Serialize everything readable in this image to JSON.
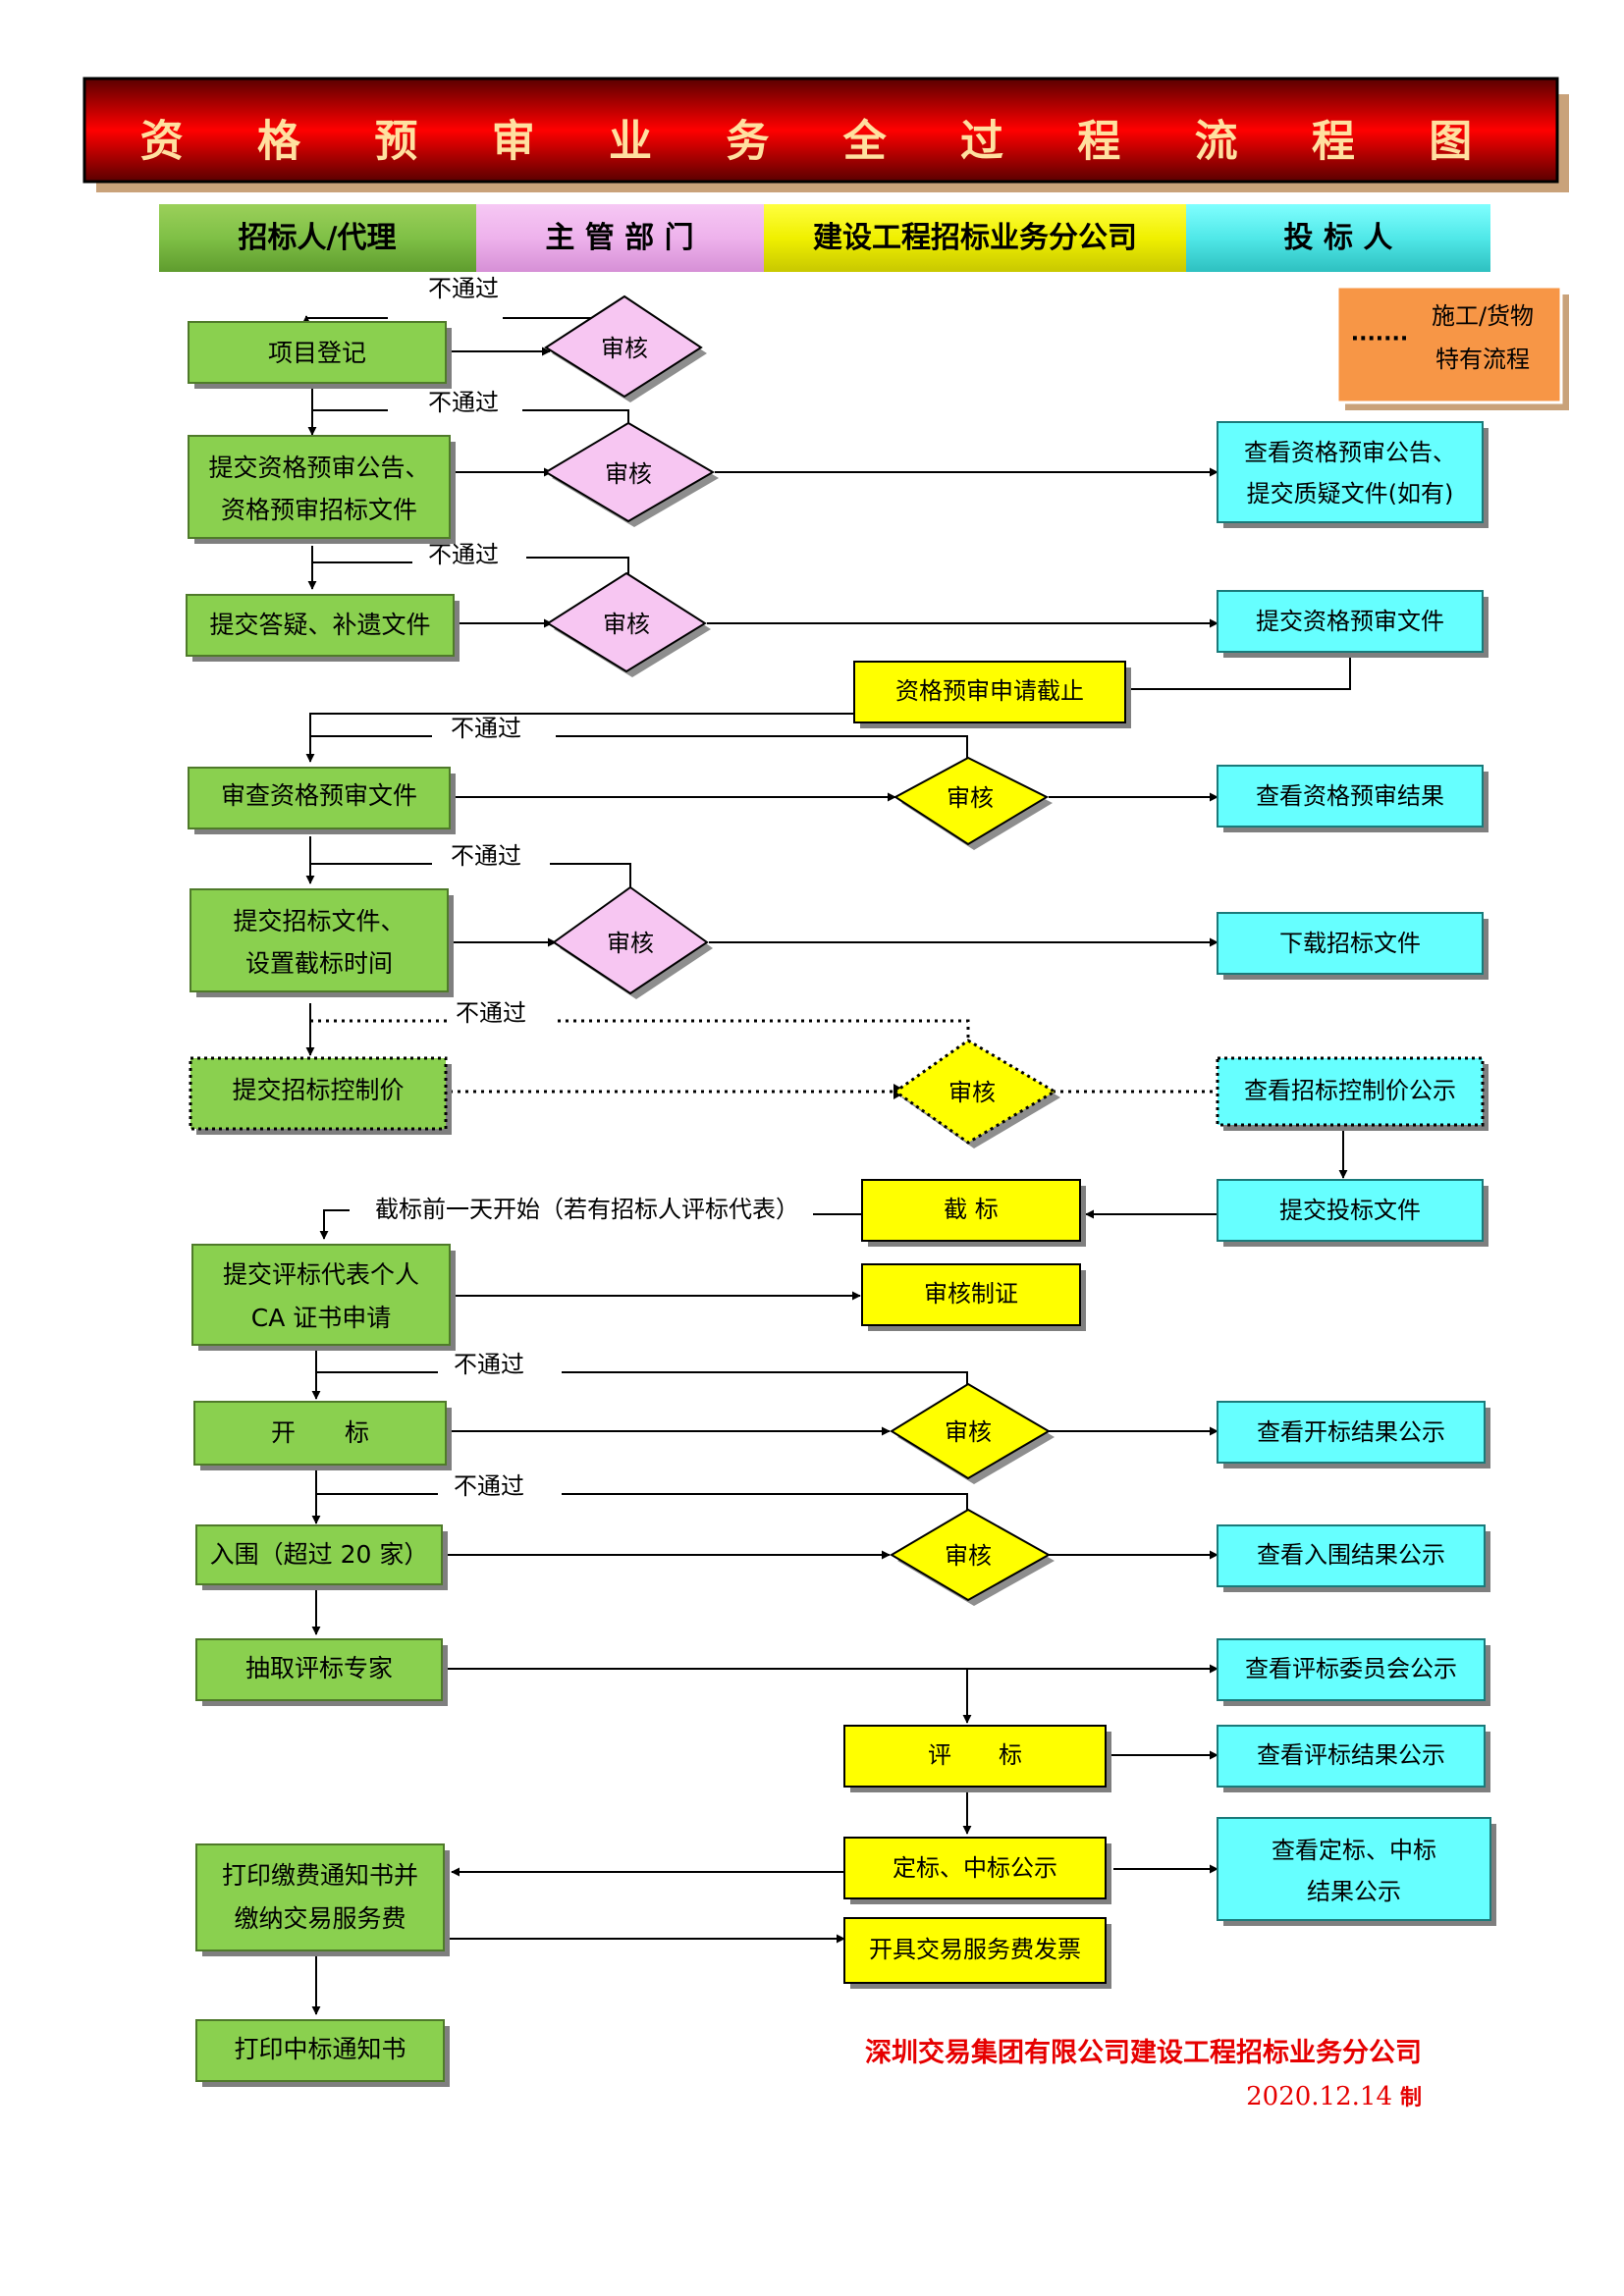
{
  "title": "资 格 预 审 业 务 全 过 程 流 程 图",
  "lanes": {
    "tenderer": "招标人/代理",
    "authority": "主 管 部 门",
    "company": "建设工程招标业务分公司",
    "bidder": "投 标 人"
  },
  "legend": {
    "dots": "·······",
    "line1": "施工/货物",
    "line2": "特有流程"
  },
  "labels": {
    "fail": "不通过",
    "review": "审核"
  },
  "steps": {
    "project_register": "项目登记",
    "submit_notice_1": "提交资格预审公告、",
    "submit_notice_2": "资格预审招标文件",
    "submit_qa": "提交答疑、补遗文件",
    "review_prequal": "审查资格预审文件",
    "submit_tender_1": "提交招标文件、",
    "submit_tender_2": "设置截标时间",
    "submit_control_price": "提交招标控制价",
    "submit_ca_1": "提交评标代表个人",
    "submit_ca_2": "CA 证书申请",
    "bid_opening": "开　　标",
    "shortlist": "入围（超过 20 家）",
    "draw_experts": "抽取评标专家",
    "print_fee_1": "打印缴费通知书并",
    "print_fee_2": "缴纳交易服务费",
    "print_award": "打印中标通知书"
  },
  "company_steps": {
    "prequal_deadline": "资格预审申请截止",
    "bid_close": "截  标",
    "ca_review": "审核制证",
    "evaluation": "评　　标",
    "award_publicity": "定标、中标公示",
    "invoice": "开具交易服务费发票"
  },
  "bidder_steps": {
    "view_notice_1": "查看资格预审公告、",
    "view_notice_2": "提交质疑文件(如有)",
    "submit_prequal": "提交资格预审文件",
    "view_prequal_result": "查看资格预审结果",
    "download_tender": "下载招标文件",
    "view_control_price": "查看招标控制价公示",
    "submit_bid": "提交投标文件",
    "view_opening": "查看开标结果公示",
    "view_shortlist": "查看入围结果公示",
    "view_committee": "查看评标委员会公示",
    "view_evaluation": "查看评标结果公示",
    "view_award_1": "查看定标、中标",
    "view_award_2": "结果公示"
  },
  "notes": {
    "close_note": "截标前一天开始（若有招标人评标代表）"
  },
  "footer": {
    "org": "深圳交易集团有限公司建设工程招标业务分公司",
    "date": "2020.12.14",
    "suffix": "制"
  },
  "colors": {
    "title_red": "#e60000",
    "green": "#8ad04f",
    "pink": "#f7c6f2",
    "yellow": "#ffff00",
    "cyan": "#66ffff",
    "orange": "#f79646"
  }
}
